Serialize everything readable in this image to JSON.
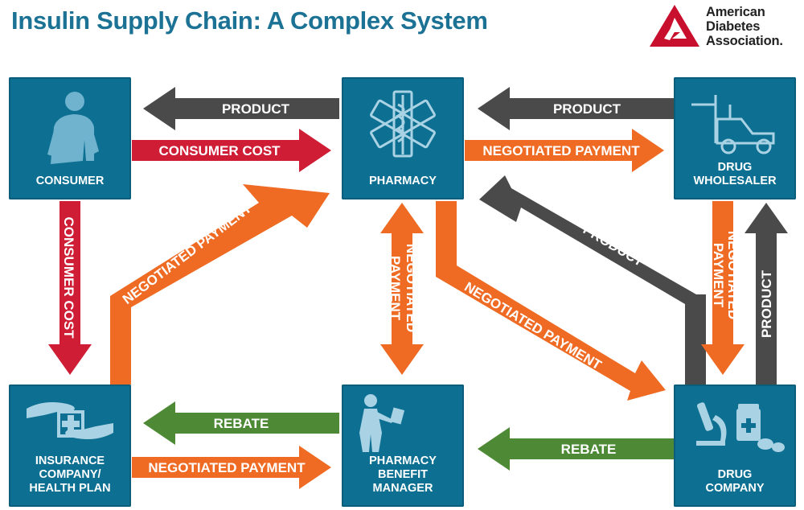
{
  "title": "Insulin Supply Chain: A Complex System",
  "logo": {
    "lines": [
      "American",
      "Diabetes",
      "Association."
    ]
  },
  "nodes": {
    "consumer": "CONSUMER",
    "pharmacy": "PHARMACY",
    "wholesaler": "DRUG\nWHOLESALER",
    "insurance": "INSURANCE\nCOMPANY/\nHEALTH PLAN",
    "pbm": "PHARMACY\nBENEFIT\nMANAGER",
    "drug_company": "DRUG\nCOMPANY"
  },
  "flows": {
    "pharmacy_to_consumer": "PRODUCT",
    "wholesaler_to_pharmacy": "PRODUCT",
    "consumer_to_pharmacy": "CONSUMER COST",
    "pharmacy_to_wholesaler": "NEGOTIATED PAYMENT",
    "consumer_to_insurance": "CONSUMER COST",
    "insurance_to_pharmacy": "NEGOTIATED PAYMENT",
    "pbm_pharmacy": "NEGOTIATED PAYMENT",
    "pharmacy_to_drug_company": "NEGOTIATED PAYMENT",
    "drug_company_to_pharmacy": "PRODUCT",
    "wholesaler_to_drug_company": "NEGOTIATED PAYMENT",
    "drug_company_to_wholesaler": "PRODUCT",
    "pbm_to_insurance": "REBATE",
    "insurance_to_pbm": "NEGOTIATED PAYMENT",
    "drug_company_to_pbm": "REBATE"
  },
  "colors": {
    "box": "#0d6f91",
    "product": "#4a4a4a",
    "cost": "#cf1d35",
    "payment": "#ef6a22",
    "rebate": "#4e8a36",
    "title": "#1b7294"
  }
}
